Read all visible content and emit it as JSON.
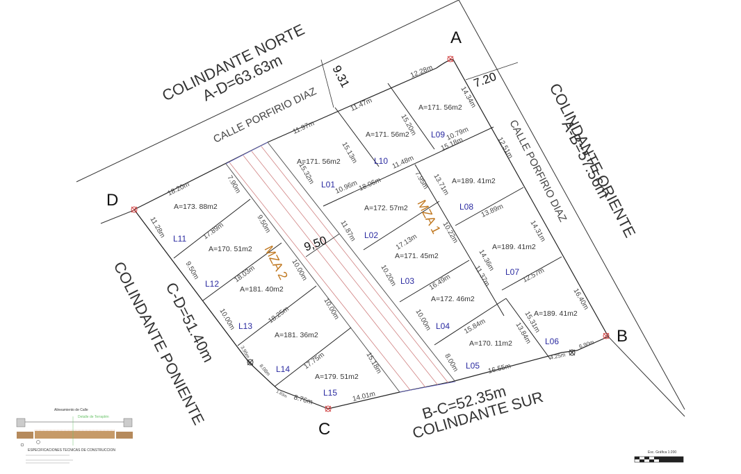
{
  "boundaries": {
    "north": {
      "title": "COLINDANTE NORTE",
      "measure": "A-D=63.63m"
    },
    "east": {
      "title": "COLINDANTE ORIENTE",
      "measure": "A-B=57.56m"
    },
    "south": {
      "title": "COLINDANTE SUR",
      "measure": "B-C=52.35m"
    },
    "west": {
      "title": "COLINDANTE PONIENTE",
      "measure": "C-D=51.40m"
    }
  },
  "streets": {
    "north": "CALLE PORFIRIO DIAZ",
    "east": "CALLE PORFIRIO DIAZ"
  },
  "street_widths": {
    "north": "9.31",
    "east": "7.20",
    "center": "9,50"
  },
  "points": {
    "a": "A",
    "b": "B",
    "c": "C",
    "d": "D"
  },
  "blocks": {
    "mza1": "MZA 1",
    "mza2": "MZA 2"
  },
  "lots": [
    {
      "id": "L01",
      "area": "A=171. 56m2"
    },
    {
      "id": "L02",
      "area": "A=172. 57m2"
    },
    {
      "id": "L03",
      "area": "A=171. 45m2"
    },
    {
      "id": "L04",
      "area": "A=172. 46m2"
    },
    {
      "id": "L05",
      "area": "A=170. 11m2"
    },
    {
      "id": "L06",
      "area": "A=189. 41m2"
    },
    {
      "id": "L07",
      "area": "A=189. 41m2"
    },
    {
      "id": "L08",
      "area": "A=189. 41m2"
    },
    {
      "id": "L09",
      "area": "A=171. 56m2"
    },
    {
      "id": "L10",
      "area": "A=171. 56m2"
    },
    {
      "id": "L11",
      "area": "A=173. 88m2"
    },
    {
      "id": "L12",
      "area": "A=170. 51m2"
    },
    {
      "id": "L13",
      "area": "A=181. 40m2"
    },
    {
      "id": "L14",
      "area": "A=181. 36m2"
    },
    {
      "id": "L15",
      "area": "A=179. 51m2"
    }
  ],
  "dims": {
    "d1228": "12.28m",
    "d1434": "14.34m",
    "d1147": "11.47m",
    "d1520": "15.20m",
    "d1079": "10.79m",
    "d1518a": "15.18m",
    "d1197": "11.97m",
    "d1513": "15.13m",
    "d1148": "11.48m",
    "d1532": "15.32m",
    "d1096": "10.96m",
    "d1806": "18.06m",
    "d795": "7.95m",
    "d1371": "13.71m",
    "d1251": "12.51m",
    "d1389": "13.89m",
    "d1022": "10.22m",
    "d1187": "11.87m",
    "d1713": "17.13m",
    "d1431": "14.31m",
    "d1436": "14.36m",
    "d1137": "11.37m",
    "d1649": "16.49m",
    "d1020": "10.20m",
    "d1257": "12.57m",
    "d1640": "16.40m",
    "d1000a": "10.00m",
    "d1584": "15.84m",
    "d1531": "15.31m",
    "d1384": "13.84m",
    "d800": "8.00m",
    "d1655": "16.55m",
    "d425": "4.25m",
    "d690": "6.90m",
    "d1820": "18.20m",
    "d790": "7.90m",
    "d1128": "11.28m",
    "d1789": "17.89m",
    "d950a": "9.50m",
    "d950b": "9.50m",
    "d1803": "18.03m",
    "d1000b": "10.00m",
    "d1000c": "10.00m",
    "d1825": "18.25m",
    "d1000d": "10.00m",
    "d395": "3.95m",
    "d808": "8.08m",
    "d1775": "17.75m",
    "d1518b": "15.18m",
    "d183": "1.83m",
    "d876": "8.76m",
    "d1401": "14.01m"
  },
  "inset": {
    "title": "Alineamiento de Calle",
    "subtitle": "Detalle de Terraplén",
    "specs": "ESPECIFICACIONES TECNICAS DE CONSTRUCCION"
  },
  "scale": {
    "label": "Esc. Gráfica 1:200"
  },
  "colors": {
    "line": "#222222",
    "axis": "#d08080",
    "lot_label": "#2a2aa0",
    "block_label": "#c07820",
    "marker": "#d04040"
  }
}
